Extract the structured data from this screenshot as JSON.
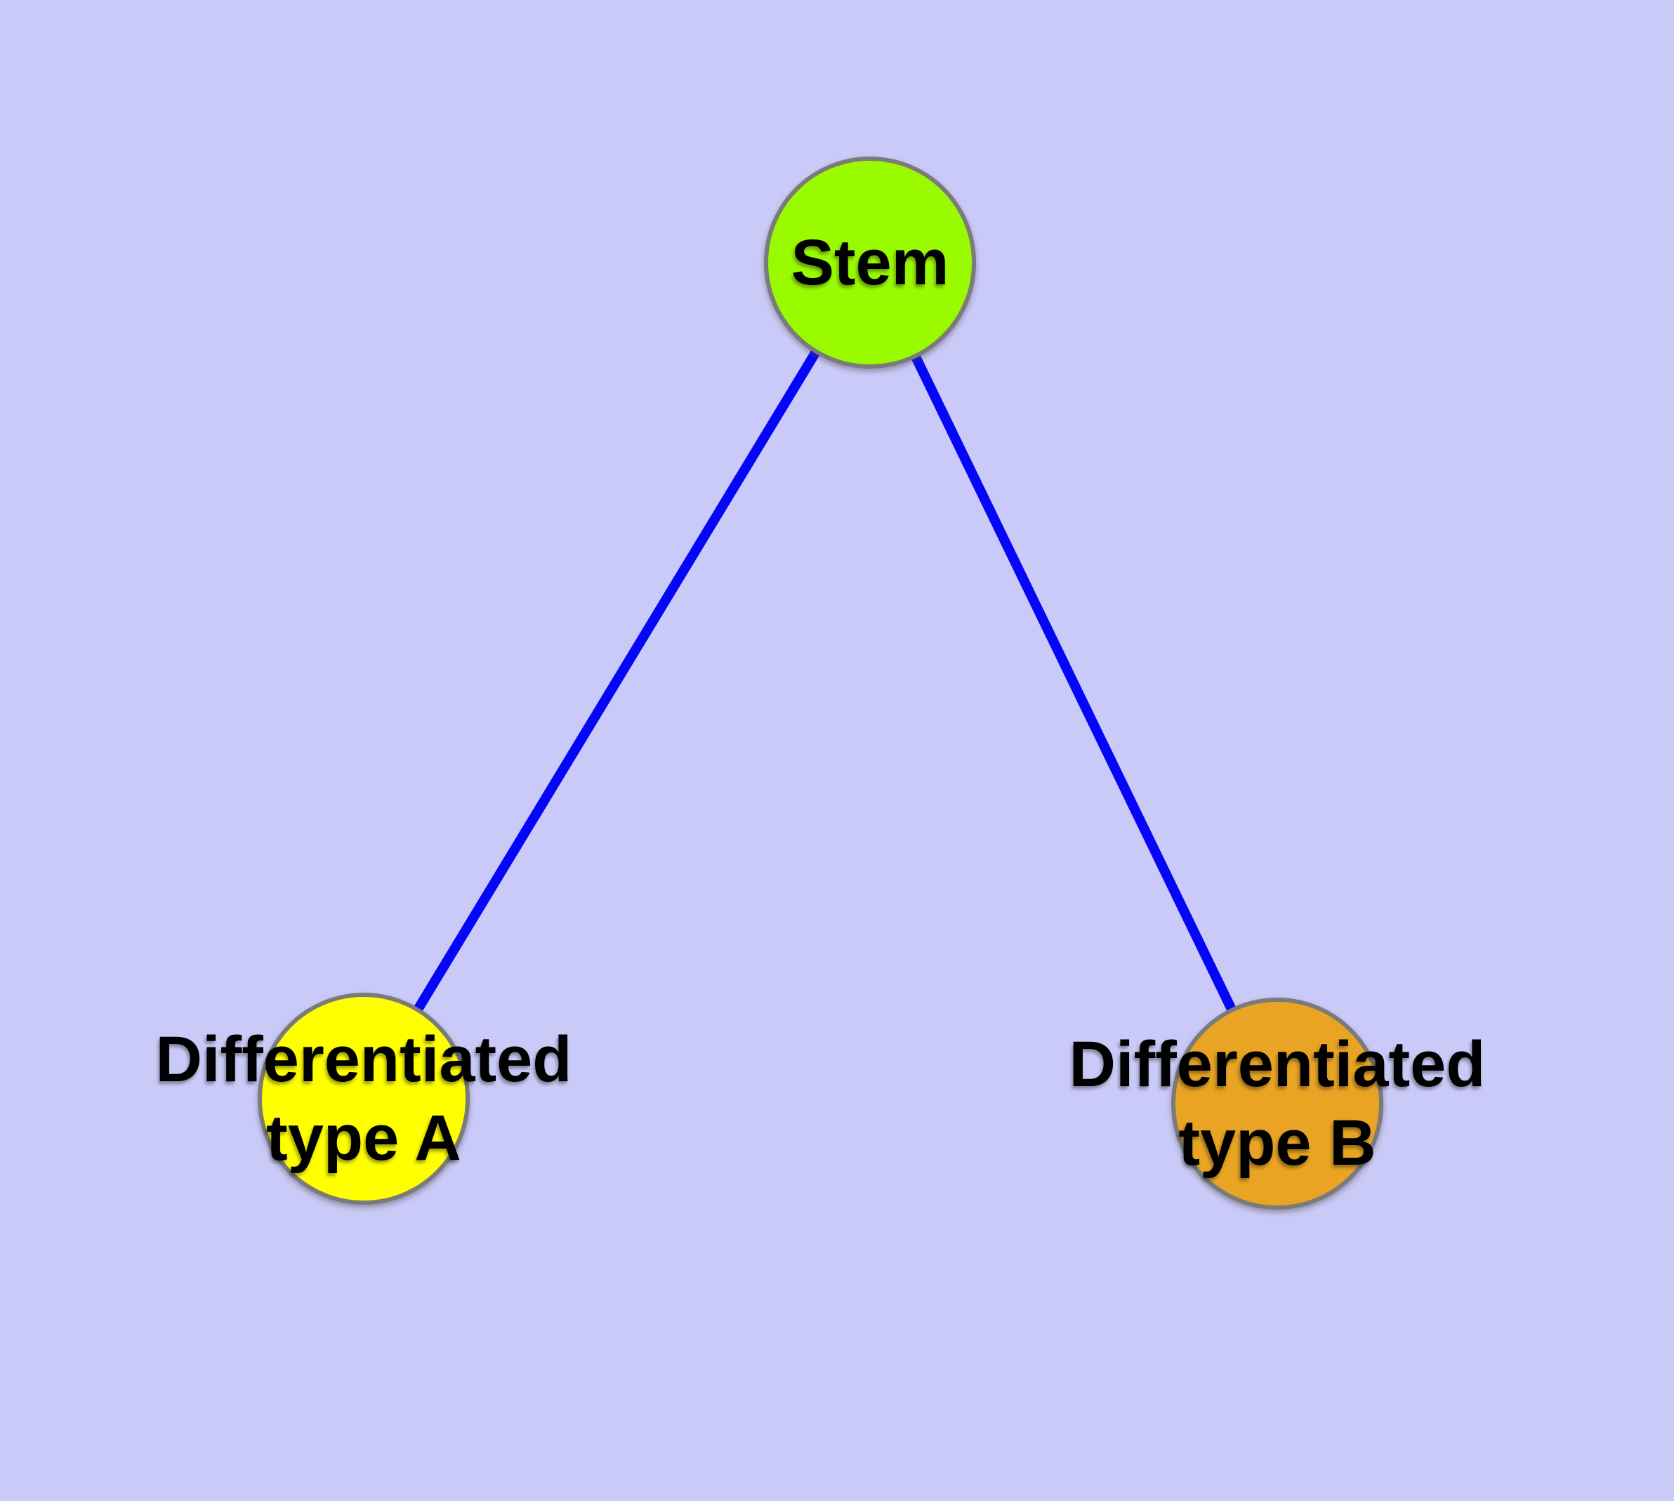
{
  "diagram": {
    "kind": "node-link-graph",
    "background_color": "#CACAF8",
    "edge_color": "#0505F8",
    "node_border_color": "#7B7B7B",
    "label_color": "#000000",
    "nodes": [
      {
        "id": "stem",
        "label": "Stem",
        "label_line1": "Stem",
        "label_line2": "",
        "color": "#9AFB00"
      },
      {
        "id": "type-a",
        "label": "Differentiated type A",
        "label_line1": "Differentiated",
        "label_line2": "type A",
        "color": "#FFFF00"
      },
      {
        "id": "type-b",
        "label": "Differentiated type B",
        "label_line1": "Differentiated",
        "label_line2": "type B",
        "color": "#E8A422"
      }
    ],
    "edges": [
      {
        "from": "Stem",
        "to": "Differentiated type A"
      },
      {
        "from": "Stem",
        "to": "Differentiated type B"
      }
    ]
  }
}
